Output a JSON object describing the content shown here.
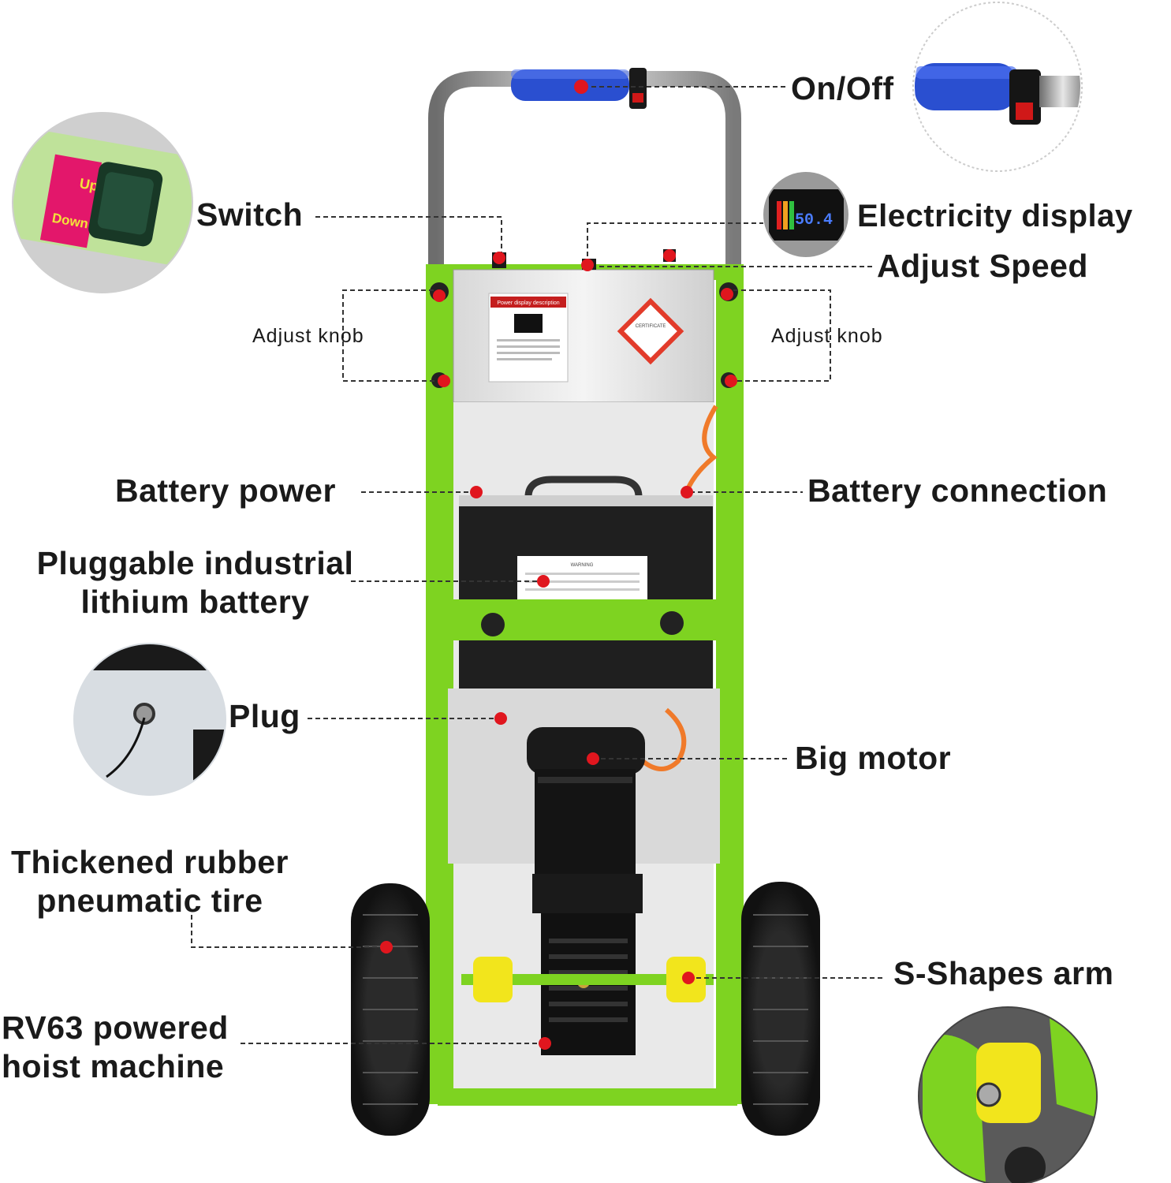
{
  "callouts": {
    "on_off": "On/Off",
    "switch": "Switch",
    "electricity_display": "Electricity display",
    "adjust_speed": "Adjust Speed",
    "adjust_knob_left": "Adjust knob",
    "adjust_knob_right": "Adjust knob",
    "battery_power": "Battery power",
    "battery_connection": "Battery connection",
    "pluggable_battery_line1": "Pluggable industrial",
    "pluggable_battery_line2": "lithium battery",
    "plug": "Plug",
    "big_motor": "Big motor",
    "tire_line1": "Thickened rubber",
    "tire_line2": "pneumatic tire",
    "s_shapes_arm": "S-Shapes arm",
    "hoist_line1": "RV63 powered",
    "hoist_line2": "hoist machine"
  },
  "inset_texts": {
    "switch_up": "Up",
    "switch_down": "Down",
    "display_reading": "50.4",
    "panel_card_title": "Power display description",
    "certificate": "CERTIFICATE",
    "warning": "WARNING"
  },
  "colors": {
    "frame_green": "#7ed321",
    "handle_blue": "#2a4fd0",
    "marker_red": "#e0161e",
    "leader_line": "#333333",
    "wheel_yellow": "#f2e51c"
  }
}
